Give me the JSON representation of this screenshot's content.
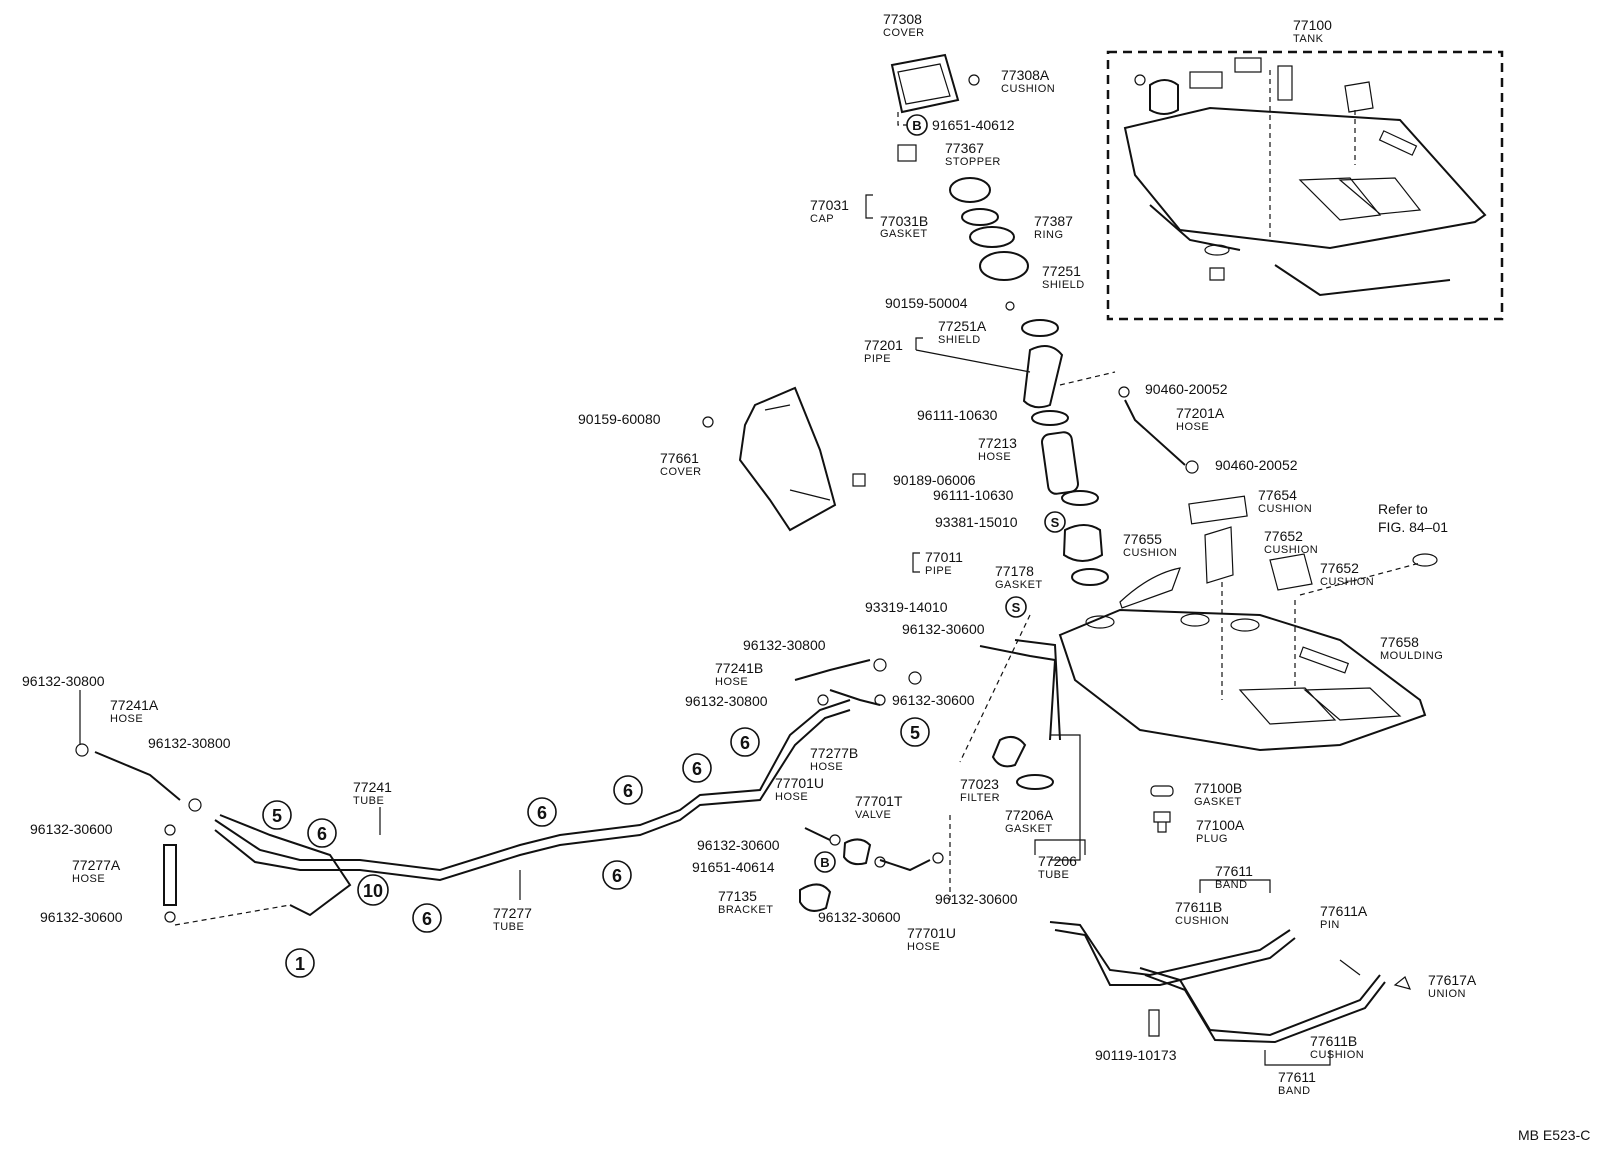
{
  "parts": {
    "p77308": {
      "num": "77308",
      "sub": "COVER"
    },
    "p77308a": {
      "num": "77308A",
      "sub": "CUSHION"
    },
    "p91651_40612": {
      "num": "91651-40612"
    },
    "p77367": {
      "num": "77367",
      "sub": "STOPPER"
    },
    "p77031": {
      "num": "77031",
      "sub": "CAP"
    },
    "p77031b": {
      "num": "77031B",
      "sub": "GASKET"
    },
    "p77387": {
      "num": "77387",
      "sub": "RING"
    },
    "p77251": {
      "num": "77251",
      "sub": "SHIELD"
    },
    "p90159_50004": {
      "num": "90159-50004"
    },
    "p77251a": {
      "num": "77251A",
      "sub": "SHIELD"
    },
    "p77201": {
      "num": "77201",
      "sub": "PIPE"
    },
    "p90460_a": {
      "num": "90460-20052"
    },
    "p77201a": {
      "num": "77201A",
      "sub": "HOSE"
    },
    "p90460_b": {
      "num": "90460-20052"
    },
    "p96111_a": {
      "num": "96111-10630"
    },
    "p77213": {
      "num": "77213",
      "sub": "HOSE"
    },
    "p96111_b": {
      "num": "96111-10630"
    },
    "p93381": {
      "num": "93381-15010"
    },
    "p77011": {
      "num": "77011",
      "sub": "PIPE"
    },
    "p77178": {
      "num": "77178",
      "sub": "GASKET"
    },
    "p93319": {
      "num": "93319-14010"
    },
    "p77655": {
      "num": "77655",
      "sub": "CUSHION"
    },
    "p77654": {
      "num": "77654",
      "sub": "CUSHION"
    },
    "p77652a": {
      "num": "77652",
      "sub": "CUSHION"
    },
    "p77652b": {
      "num": "77652",
      "sub": "CUSHION"
    },
    "p77658": {
      "num": "77658",
      "sub": "MOULDING"
    },
    "p77100": {
      "num": "77100",
      "sub": "TANK"
    },
    "p90159_60080": {
      "num": "90159-60080"
    },
    "p77661": {
      "num": "77661",
      "sub": "COVER"
    },
    "p90189": {
      "num": "90189-06006"
    },
    "p96132_30800_t": {
      "num": "96132-30800"
    },
    "p77241b": {
      "num": "77241B",
      "sub": "HOSE"
    },
    "p96132_30800_m": {
      "num": "96132-30800"
    },
    "p96132_30600_t": {
      "num": "96132-30600"
    },
    "p96132_30600_m": {
      "num": "96132-30600"
    },
    "p77277b": {
      "num": "77277B",
      "sub": "HOSE"
    },
    "p96132_30800_l": {
      "num": "96132-30800"
    },
    "p77241a": {
      "num": "77241A",
      "sub": "HOSE"
    },
    "p96132_30800_l2": {
      "num": "96132-30800"
    },
    "p77241": {
      "num": "77241",
      "sub": "TUBE"
    },
    "p96132_30600_l": {
      "num": "96132-30600"
    },
    "p77277a": {
      "num": "77277A",
      "sub": "HOSE"
    },
    "p96132_30600_l2": {
      "num": "96132-30600"
    },
    "p77277": {
      "num": "77277",
      "sub": "TUBE"
    },
    "p77701u_a": {
      "num": "77701U",
      "sub": "HOSE"
    },
    "p77701t": {
      "num": "77701T",
      "sub": "VALVE"
    },
    "p96132_30600_v": {
      "num": "96132-30600"
    },
    "p91651_40614": {
      "num": "91651-40614"
    },
    "p77135": {
      "num": "77135",
      "sub": "BRACKET"
    },
    "p96132_30600_b": {
      "num": "96132-30600"
    },
    "p77701u_b": {
      "num": "77701U",
      "sub": "HOSE"
    },
    "p96132_30600_r": {
      "num": "96132-30600"
    },
    "p77023": {
      "num": "77023",
      "sub": "FILTER"
    },
    "p77206a": {
      "num": "77206A",
      "sub": "GASKET"
    },
    "p77206": {
      "num": "77206",
      "sub": "TUBE"
    },
    "p77100b": {
      "num": "77100B",
      "sub": "GASKET"
    },
    "p77100a": {
      "num": "77100A",
      "sub": "PLUG"
    },
    "p77611_t": {
      "num": "77611",
      "sub": "BAND"
    },
    "p77611b_t": {
      "num": "77611B",
      "sub": "CUSHION"
    },
    "p77611a": {
      "num": "77611A",
      "sub": "PIN"
    },
    "p77617a": {
      "num": "77617A",
      "sub": "UNION"
    },
    "p90119": {
      "num": "90119-10173"
    },
    "p77611b_b": {
      "num": "77611B",
      "sub": "CUSHION"
    },
    "p77611_b": {
      "num": "77611",
      "sub": "BAND"
    }
  },
  "refer": {
    "line1": "Refer to",
    "line2": "FIG. 84–01"
  },
  "callouts": {
    "c1": "1",
    "c5a": "5",
    "c5b": "5",
    "c6a": "6",
    "c6b": "6",
    "c6c": "6",
    "c6d": "6",
    "c6e": "6",
    "c6f": "6",
    "c10": "10",
    "cS1": "S",
    "cS2": "S",
    "cB1": "B",
    "cB2": "B"
  },
  "footer": {
    "code": "MB E523-C"
  }
}
